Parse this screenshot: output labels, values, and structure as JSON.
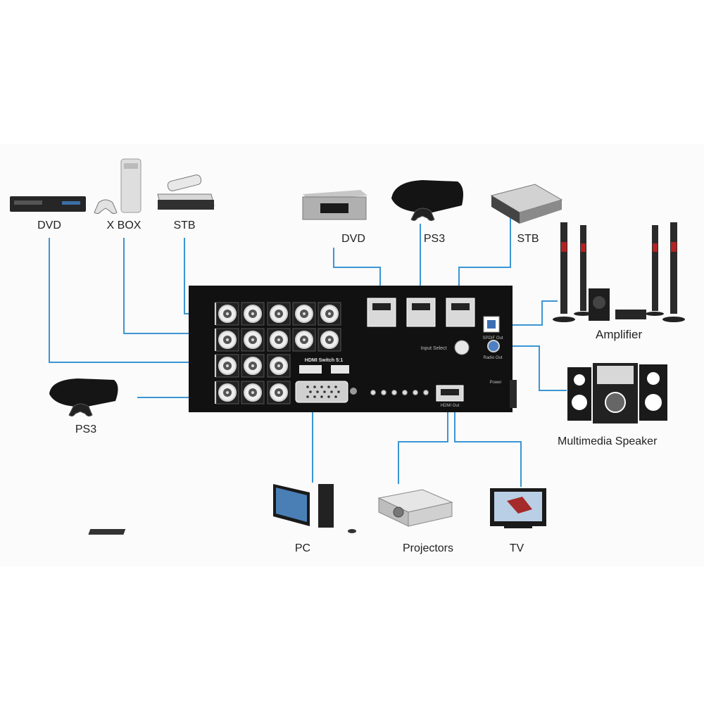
{
  "colors": {
    "wire": "#3b95d3",
    "panel": "#111111",
    "panel_text": "#bfbfbf",
    "jack_ring": "#cfcfcf"
  },
  "devices": {
    "dvd_left": "DVD",
    "xbox": "X BOX",
    "stb_left": "STB",
    "ps3_left": "PS3",
    "dvd_top": "DVD",
    "ps3_top": "PS3",
    "stb_top": "STB",
    "amplifier": "Amplifier",
    "multimedia_speaker": "Multimedia Speaker",
    "pc": "PC",
    "projectors": "Projectors",
    "tv": "TV"
  },
  "switch_panel": {
    "title": "HDMI Switch 5:1",
    "input_select": "Input Select",
    "spdif_out": "SPDIF Out",
    "radio_out": "Radio Out",
    "hdmi_out": "HDMI Out",
    "power": "Power"
  }
}
